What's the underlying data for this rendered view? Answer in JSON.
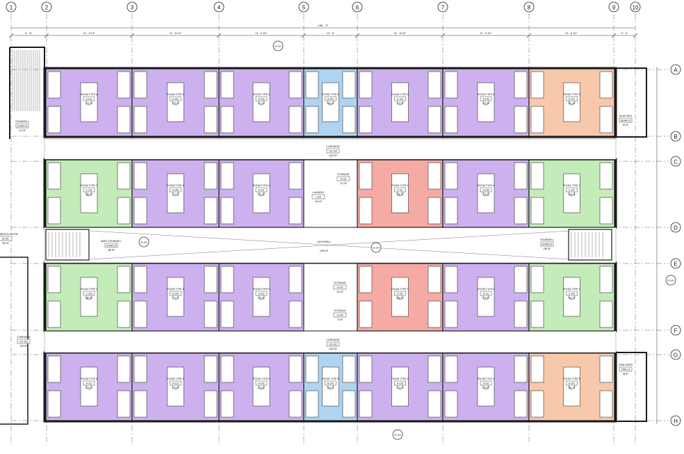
{
  "grid": {
    "columns": [
      "1",
      "2",
      "3",
      "4",
      "5",
      "6",
      "7",
      "8",
      "9",
      "10"
    ],
    "rows": [
      "A",
      "B",
      "C",
      "D",
      "E",
      "F",
      "G",
      "H"
    ]
  },
  "dimensions": {
    "overall": "168' - 5\"",
    "segments": [
      "6' - 11\"",
      "21' - 8 1/2\"",
      "21' - 8 1/2\"",
      "21' - 8 1/2\"",
      "13' - 6\"",
      "21' - 8 1/2\"",
      "21' - 8 1/2\"",
      "21' - 8 1/2\"",
      "5' - 4\""
    ]
  },
  "colors": {
    "type_a": "#cdb1ef",
    "type_b": "#aed4f2",
    "type_c": "#c4ecb8",
    "type_e": "#f7c9aa",
    "type_f": "#f5aaa4",
    "wall": "#1a1a1a"
  },
  "labels": {
    "stair_w": {
      "name": "STAIRWELL",
      "tag": "STAIR-01",
      "area": "172 SF"
    },
    "stair_main": {
      "name": "MAIN STAIRWELL",
      "tag": "STAIR-03",
      "area": "185 SF"
    },
    "stair_e": {
      "name": "STAIRWELL",
      "tag": "STAIR-02",
      "area": "185 SF"
    },
    "corridor_n": {
      "name": "CORRIDOR",
      "tag": "CO-103",
      "area": "1032 SF"
    },
    "corridor_s": {
      "name": "CORRIDOR",
      "tag": "CO-102",
      "area": "1032 SF"
    },
    "corridor_w": {
      "name": "CORRIDOR",
      "tag": "CO-101",
      "area": "302 SF"
    },
    "lightwell": {
      "name": "LIGHTWELL",
      "area": "1035 SF"
    },
    "laundry": {
      "name": "LAUNDRY",
      "tag": "L-101",
      "area": "116 SF"
    },
    "storage_1": {
      "name": "STORAGE",
      "tag": "S-101",
      "area": "112 SF"
    },
    "storage_2": {
      "name": "STORAGE",
      "tag": "S-102",
      "area": "116 SF"
    },
    "storage_3": {
      "name": "STORAGE",
      "tag": "S-103",
      "area": "72 SF"
    },
    "gear_box": {
      "name": "GEAR BOX",
      "tag": "GEAR-01",
      "area": "53 SF"
    },
    "fire_riser": {
      "name": "FIRE RISER",
      "tag": "FIRE-01",
      "area": "38 SF"
    },
    "mech": {
      "name": "MECHANICAL ROOM",
      "tag": "M-101",
      "area": "393 SF"
    }
  },
  "rooms": [
    {
      "type": "ROOM TYPE A",
      "tag": "A-101",
      "area": "274 SF"
    },
    {
      "type": "ROOM TYPE A",
      "tag": "A-102",
      "area": "275 SF"
    },
    {
      "type": "ROOM TYPE A",
      "tag": "A-103",
      "area": "274 SF"
    },
    {
      "type": "ROOM TYPE B",
      "tag": "B-101",
      "area": "280 SF"
    },
    {
      "type": "ROOM TYPE A",
      "tag": "A-104",
      "area": "274 SF"
    },
    {
      "type": "ROOM TYPE A",
      "tag": "A-105",
      "area": "273 SF"
    },
    {
      "type": "ROOM TYPE E",
      "tag": "E-101",
      "area": "281 SF"
    },
    {
      "type": "ROOM TYPE C",
      "tag": "C-101",
      "area": "280 SF"
    },
    {
      "type": "ROOM TYPE A",
      "tag": "A-106",
      "area": "274 SF"
    },
    {
      "type": "ROOM TYPE A",
      "tag": "A-107",
      "area": "275 SF"
    },
    {
      "type": "ROOM TYPE F",
      "tag": "F-101",
      "area": "288 SF"
    },
    {
      "type": "ROOM TYPE A",
      "tag": "A-108",
      "area": "273 SF"
    },
    {
      "type": "ROOM TYPE C",
      "tag": "C-102",
      "area": "280 SF"
    },
    {
      "type": "ROOM TYPE C",
      "tag": "C-103",
      "area": "280 SF"
    },
    {
      "type": "ROOM TYPE A",
      "tag": "A-109",
      "area": "274 SF"
    },
    {
      "type": "ROOM TYPE A",
      "tag": "A-110",
      "area": "275 SF"
    },
    {
      "type": "ROOM TYPE F",
      "tag": "F-102",
      "area": "288 SF"
    },
    {
      "type": "ROOM TYPE A",
      "tag": "A-111",
      "area": "273 SF"
    },
    {
      "type": "ROOM TYPE C",
      "tag": "C-104",
      "area": "280 SF"
    },
    {
      "type": "ROOM TYPE A",
      "tag": "A-112",
      "area": "274 SF"
    },
    {
      "type": "ROOM TYPE A",
      "tag": "A-113",
      "area": "275 SF"
    },
    {
      "type": "ROOM TYPE A",
      "tag": "A-114",
      "area": "274 SF"
    },
    {
      "type": "ROOM TYPE B",
      "tag": "B-102",
      "area": "280 SF"
    },
    {
      "type": "ROOM TYPE A",
      "tag": "A-115",
      "area": "274 SF"
    },
    {
      "type": "ROOM TYPE A",
      "tag": "A-116",
      "area": "273 SF"
    },
    {
      "type": "ROOM TYPE E",
      "tag": "E-102",
      "area": "281 SF"
    }
  ],
  "section_marks": [
    "D4.004",
    "D4.004",
    "D4.004",
    "D4.004",
    "D4.004"
  ]
}
